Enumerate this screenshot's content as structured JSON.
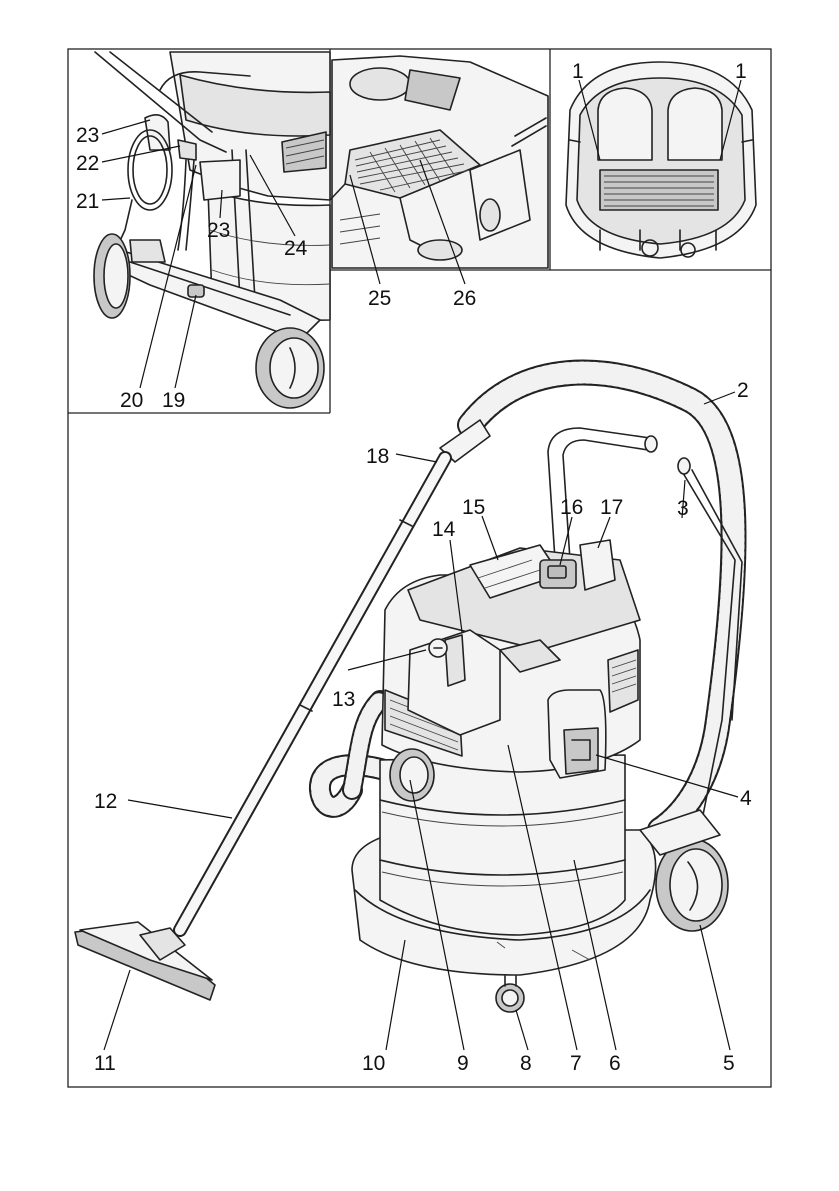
{
  "callouts": {
    "c1a": "1",
    "c1b": "1",
    "c2": "2",
    "c3": "3",
    "c4": "4",
    "c5": "5",
    "c6": "6",
    "c7": "7",
    "c8": "8",
    "c9": "9",
    "c10": "10",
    "c11": "11",
    "c12": "12",
    "c13": "13",
    "c14": "14",
    "c15": "15",
    "c16": "16",
    "c17": "17",
    "c18": "18",
    "c19": "19",
    "c20": "20",
    "c21": "21",
    "c22": "22",
    "c23a": "23",
    "c23b": "23",
    "c24": "24",
    "c25": "25",
    "c26": "26"
  }
}
